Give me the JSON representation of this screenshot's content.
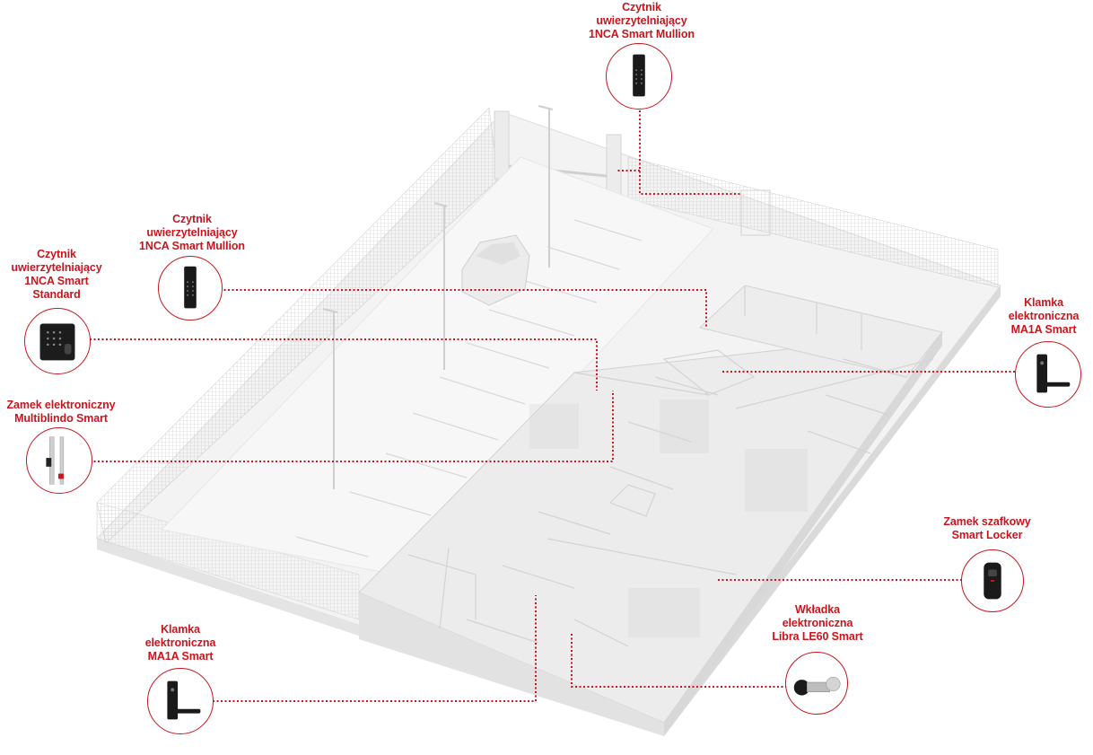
{
  "accent_color": "#c8161d",
  "callouts": [
    {
      "id": "reader-mullion-top",
      "icon": "keypad-reader-slim-icon",
      "lines": [
        "Czytnik",
        "uwierzytelniający",
        "1NCA Smart Mullion"
      ]
    },
    {
      "id": "reader-mullion-left",
      "icon": "keypad-reader-slim-icon",
      "lines": [
        "Czytnik",
        "uwierzytelniający",
        "1NCA Smart Mullion"
      ]
    },
    {
      "id": "reader-standard",
      "icon": "fingerprint-keypad-reader-icon",
      "lines": [
        "Czytnik",
        "uwierzytelniający",
        "1NCA Smart",
        "Standard"
      ]
    },
    {
      "id": "lock-multiblindo",
      "icon": "multipoint-lock-icon",
      "lines": [
        "Zamek elektroniczny",
        "Multiblindo Smart"
      ]
    },
    {
      "id": "handle-ma1a-right",
      "icon": "electronic-door-handle-icon",
      "lines": [
        "Klamka",
        "elektroniczna",
        "MA1A Smart"
      ]
    },
    {
      "id": "locker-smart",
      "icon": "locker-lock-icon",
      "lines": [
        "Zamek szafkowy",
        "Smart Locker"
      ]
    },
    {
      "id": "cylinder-libra",
      "icon": "electronic-cylinder-icon",
      "lines": [
        "Wkładka",
        "elektroniczna",
        "Libra LE60 Smart"
      ]
    },
    {
      "id": "handle-ma1a-bottom",
      "icon": "electronic-door-handle-icon",
      "lines": [
        "Klamka",
        "elektroniczna",
        "MA1A Smart"
      ]
    }
  ]
}
